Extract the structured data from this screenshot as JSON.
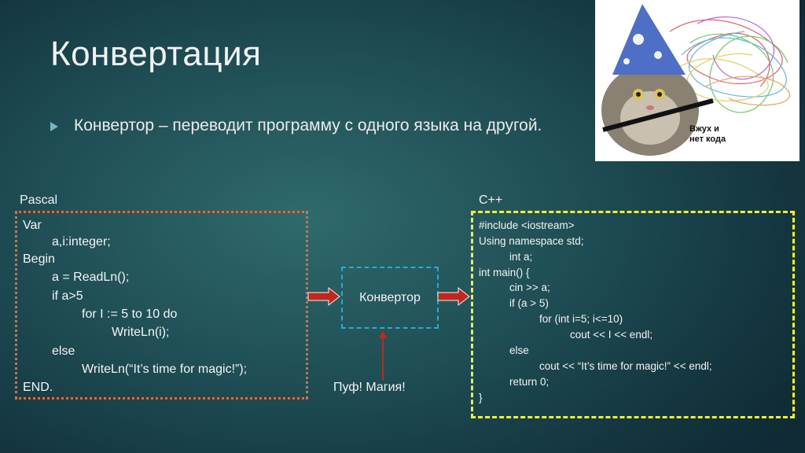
{
  "slide": {
    "title": "Конвертация",
    "bullet": "Конвертор – переводит программу с одного языка на другой.",
    "pascal_label": "Pascal",
    "cpp_label": "C++",
    "pascal_code": [
      "Var",
      "a,i:integer;",
      "Begin",
      "a = ReadLn();",
      "if a>5",
      "for I := 5 to 10 do",
      "WriteLn(i);",
      "else",
      "WriteLn(“It’s time for magic!”);",
      "END."
    ],
    "cpp_code": [
      "#include <iostream>",
      "Using namespace std;",
      "int a;",
      "int main() {",
      "cin >> a;",
      "if (a > 5)",
      "for (int i=5; i<=10)",
      "cout << I << endl;",
      "else",
      "cout << “It’s time for magic!” << endl;",
      "return 0;",
      "}"
    ],
    "converter_label": "Конвертор",
    "magic_label": "Пуф! Магия!",
    "picture_caption": "Вжух и\nнет кода"
  },
  "colors": {
    "pascal_border": "#e06a3c",
    "cpp_border": "#f2ef2b",
    "converter_border": "#2aa9d6",
    "arrow_fill": "#c0281e",
    "bullet_marker": "#6fb7c2"
  },
  "icons": {
    "bullet": "triangle-bullet-icon",
    "arrows": "block-arrow-right-icon",
    "pointer": "arrow-up-icon",
    "picture": "wizard-cat-icon"
  }
}
